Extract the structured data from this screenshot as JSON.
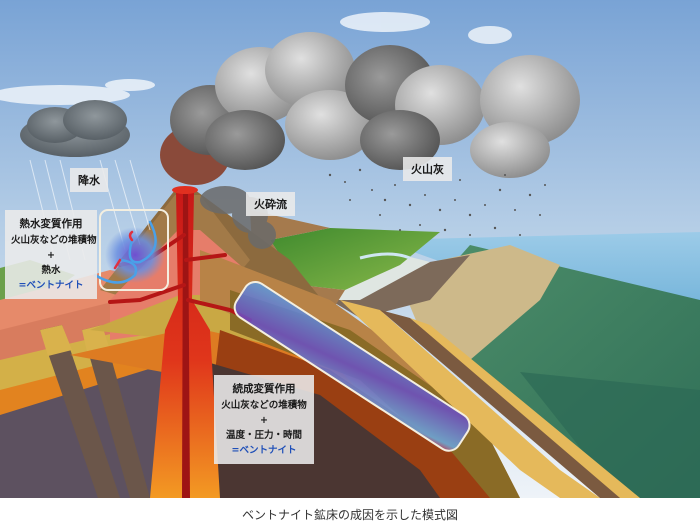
{
  "figure": {
    "title": "ベントナイト鉱床の成因を示した模式図",
    "labels": {
      "precipitation": "降水",
      "pyroclastic_flow": "火砕流",
      "volcanic_ash": "火山灰"
    },
    "hydrothermal_box": {
      "title": "熱水変質作用",
      "line1": "火山灰などの堆積物",
      "plus": "+",
      "line2": "熱水",
      "result": "=ベントナイト"
    },
    "diagenesis_box": {
      "title": "続成変質作用",
      "line1": "火山灰などの堆積物",
      "plus": "+",
      "line2": "温度・圧力・時間",
      "result": "=ベントナイト"
    }
  },
  "colors": {
    "sky_top": "#7ea6d6",
    "sky_bottom": "#e6eef6",
    "magma": "#d4201c",
    "magma_core": "#f07a1a",
    "bentonite_zone": "#6a5ad0",
    "sea": "#3f8a72",
    "label_accent": "#1f4fb8"
  }
}
